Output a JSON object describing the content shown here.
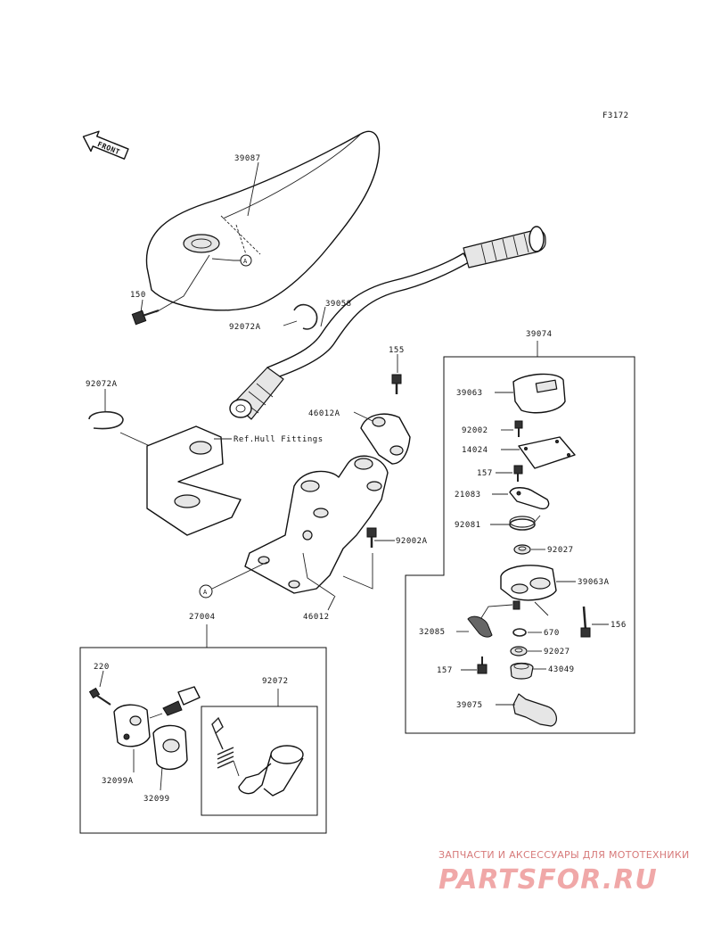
{
  "diagram": {
    "code": "F3172",
    "front_label": "FRONT",
    "ref_hull": "Ref.Hull Fittings",
    "callout_a": "A",
    "parts": {
      "p39087": "39087",
      "p150": "150",
      "p39058": "39058",
      "p92072A_1": "92072A",
      "p92072A_2": "92072A",
      "p155": "155",
      "p46012A": "46012A",
      "p46012": "46012",
      "p92002A": "92002A",
      "p39074": "39074",
      "p39063": "39063",
      "p92002": "92002",
      "p14024": "14024",
      "p157a": "157",
      "p21083": "21083",
      "p92081": "92081",
      "p92027a": "92027",
      "p39063A": "39063A",
      "p156": "156",
      "p32085": "32085",
      "p670": "670",
      "p92027b": "92027",
      "p157b": "157",
      "p43049": "43049",
      "p39075": "39075",
      "p27004": "27004",
      "p220": "220",
      "p92072": "92072",
      "p32099A": "32099A",
      "p32099": "32099"
    }
  },
  "watermark": {
    "tagline": "ЗАПЧАСТИ И АКСЕССУАРЫ ДЛЯ МОТОТЕХНИКИ",
    "brand": "PARTSFOR.RU"
  }
}
